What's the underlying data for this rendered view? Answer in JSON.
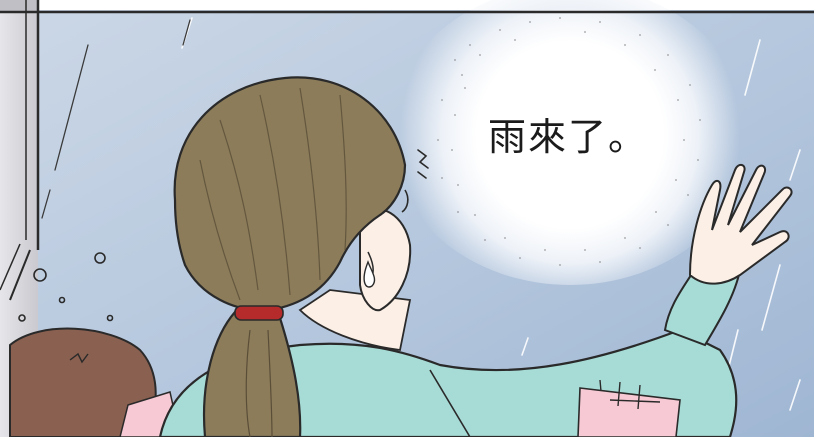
{
  "speech": {
    "text": "雨來了。"
  },
  "colors": {
    "window_sky": "#a9bfd9",
    "glow": "#ffffff",
    "hair": "#8c7c5a",
    "skin": "#fbefe6",
    "shirt": "#a7dcd6",
    "hair_tie": "#b52a2a",
    "child_hair": "#8a6050",
    "frame": "#d9d9dc"
  },
  "icons": [
    "rain-streak",
    "sweat-drop",
    "surprise-mark",
    "bubble-dots"
  ]
}
